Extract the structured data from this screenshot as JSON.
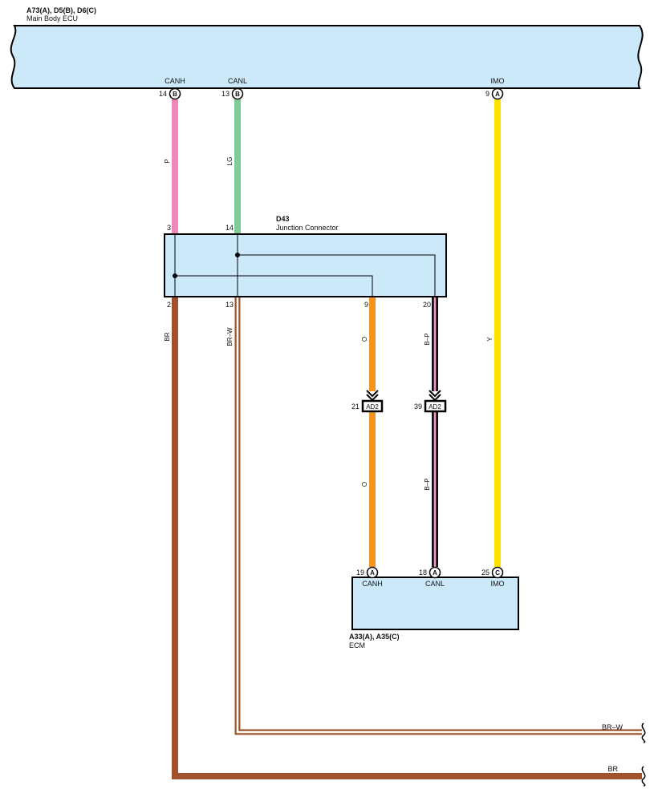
{
  "colors": {
    "component_fill": "#CCE9FA",
    "outline": "#000000",
    "wire_P": "#EE88BB",
    "wire_LG": "#7FCC99",
    "wire_Y": "#FFE100",
    "wire_O": "#F7941D",
    "wire_BR": "#A0522D",
    "wire_BP_outer": "#111111",
    "wire_BP_inner": "#F29AC3"
  },
  "main_body_ecu": {
    "code": "A73(A), D5(B), D6(C)",
    "name": "Main Body ECU",
    "pins": [
      {
        "signal": "CANH",
        "num": "14",
        "conn": "B"
      },
      {
        "signal": "CANL",
        "num": "13",
        "conn": "B"
      },
      {
        "signal": "IMO",
        "num": "9",
        "conn": "A"
      }
    ]
  },
  "junction": {
    "code": "D43",
    "name": "Junction Connector",
    "top_pins": [
      "3",
      "14"
    ],
    "bottom_pins": [
      "2",
      "13",
      "9",
      "20"
    ]
  },
  "wires": {
    "canh_upper": "P",
    "canl_upper": "LG",
    "imo": "Y",
    "br": "BR",
    "brw": "BR–W",
    "o_upper": "O",
    "bp_upper": "B–P",
    "o_lower": "O",
    "bp_lower": "B–P"
  },
  "ad2_connectors": [
    {
      "num": "21",
      "label": "AD2"
    },
    {
      "num": "39",
      "label": "AD2"
    }
  ],
  "ecm": {
    "code": "A33(A), A35(C)",
    "name": "ECM",
    "pins": [
      {
        "signal": "CANH",
        "num": "19",
        "conn": "A"
      },
      {
        "signal": "CANL",
        "num": "18",
        "conn": "A"
      },
      {
        "signal": "IMO",
        "num": "25",
        "conn": "C"
      }
    ]
  },
  "exits": {
    "brw": "BR–W",
    "br": "BR"
  }
}
